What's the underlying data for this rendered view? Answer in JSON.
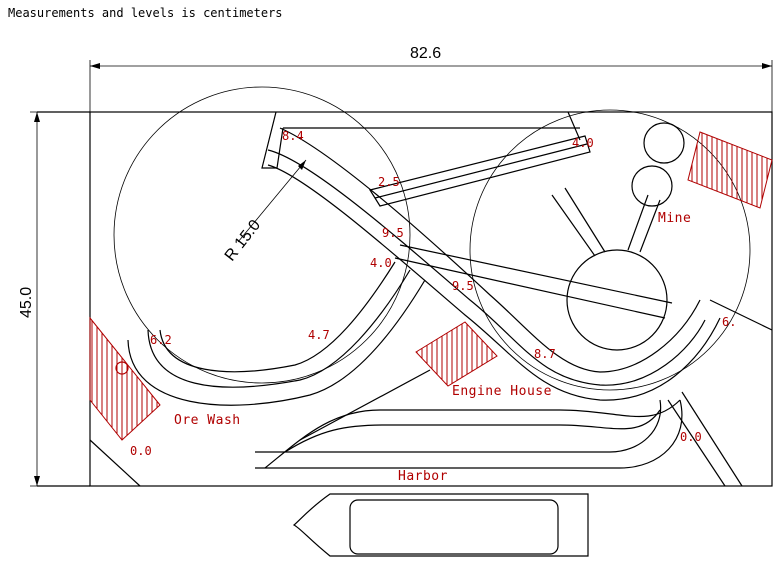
{
  "note": "Measurements and levels is centimeters",
  "dimensions": {
    "width": "82.6",
    "height": "45.0",
    "radius": "R 15.0"
  },
  "labels": {
    "mine": "Mine",
    "engine_house": "Engine House",
    "ore_wash": "Ore Wash",
    "harbor": "Harbor"
  },
  "levels": [
    {
      "id": "lvl-8-4",
      "text": "8.4"
    },
    {
      "id": "lvl-4-0-top",
      "text": "4.0"
    },
    {
      "id": "lvl-2-5",
      "text": "2.5"
    },
    {
      "id": "lvl-9-5-a",
      "text": "9.5"
    },
    {
      "id": "lvl-4-0-mid",
      "text": "4.0"
    },
    {
      "id": "lvl-9-5-b",
      "text": "9.5"
    },
    {
      "id": "lvl-6-2",
      "text": "6.2"
    },
    {
      "id": "lvl-4-7",
      "text": "4.7"
    },
    {
      "id": "lvl-8-7",
      "text": "8.7"
    },
    {
      "id": "lvl-6-x",
      "text": "6."
    },
    {
      "id": "lvl-0-0-left",
      "text": "0.0"
    },
    {
      "id": "lvl-0-0-right",
      "text": "0.0"
    }
  ],
  "colors": {
    "label": "#b00000",
    "line": "#000000",
    "hatch": "#b00000"
  }
}
